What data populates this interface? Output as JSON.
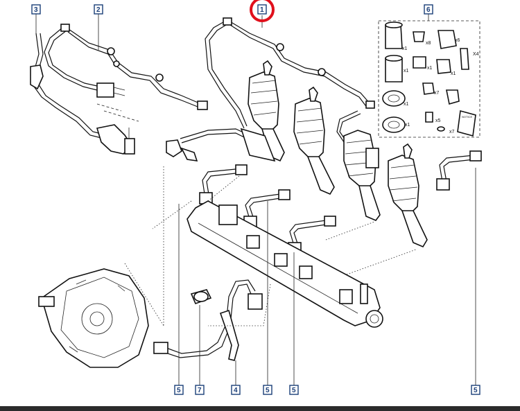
{
  "callouts": {
    "c1": "1",
    "c2": "2",
    "c3": "3",
    "c4": "4",
    "c6": "6",
    "c7": "7",
    "c5a": "5",
    "c5b": "5",
    "c5c": "5",
    "c5d": "5"
  },
  "kit": {
    "q1": "x1",
    "q2": "x8",
    "q3": "x6",
    "q4": "x1",
    "q5": "x1",
    "q6": "x1",
    "q7": "X4",
    "q8": "x1",
    "q9": "x7",
    "q10": "x1",
    "q11": "x5",
    "q12": "x7",
    "notice": "NOTICE"
  },
  "colors": {
    "highlight": "#e0101c",
    "callout": "#1a3e78",
    "bar": "#2b2b2b"
  }
}
